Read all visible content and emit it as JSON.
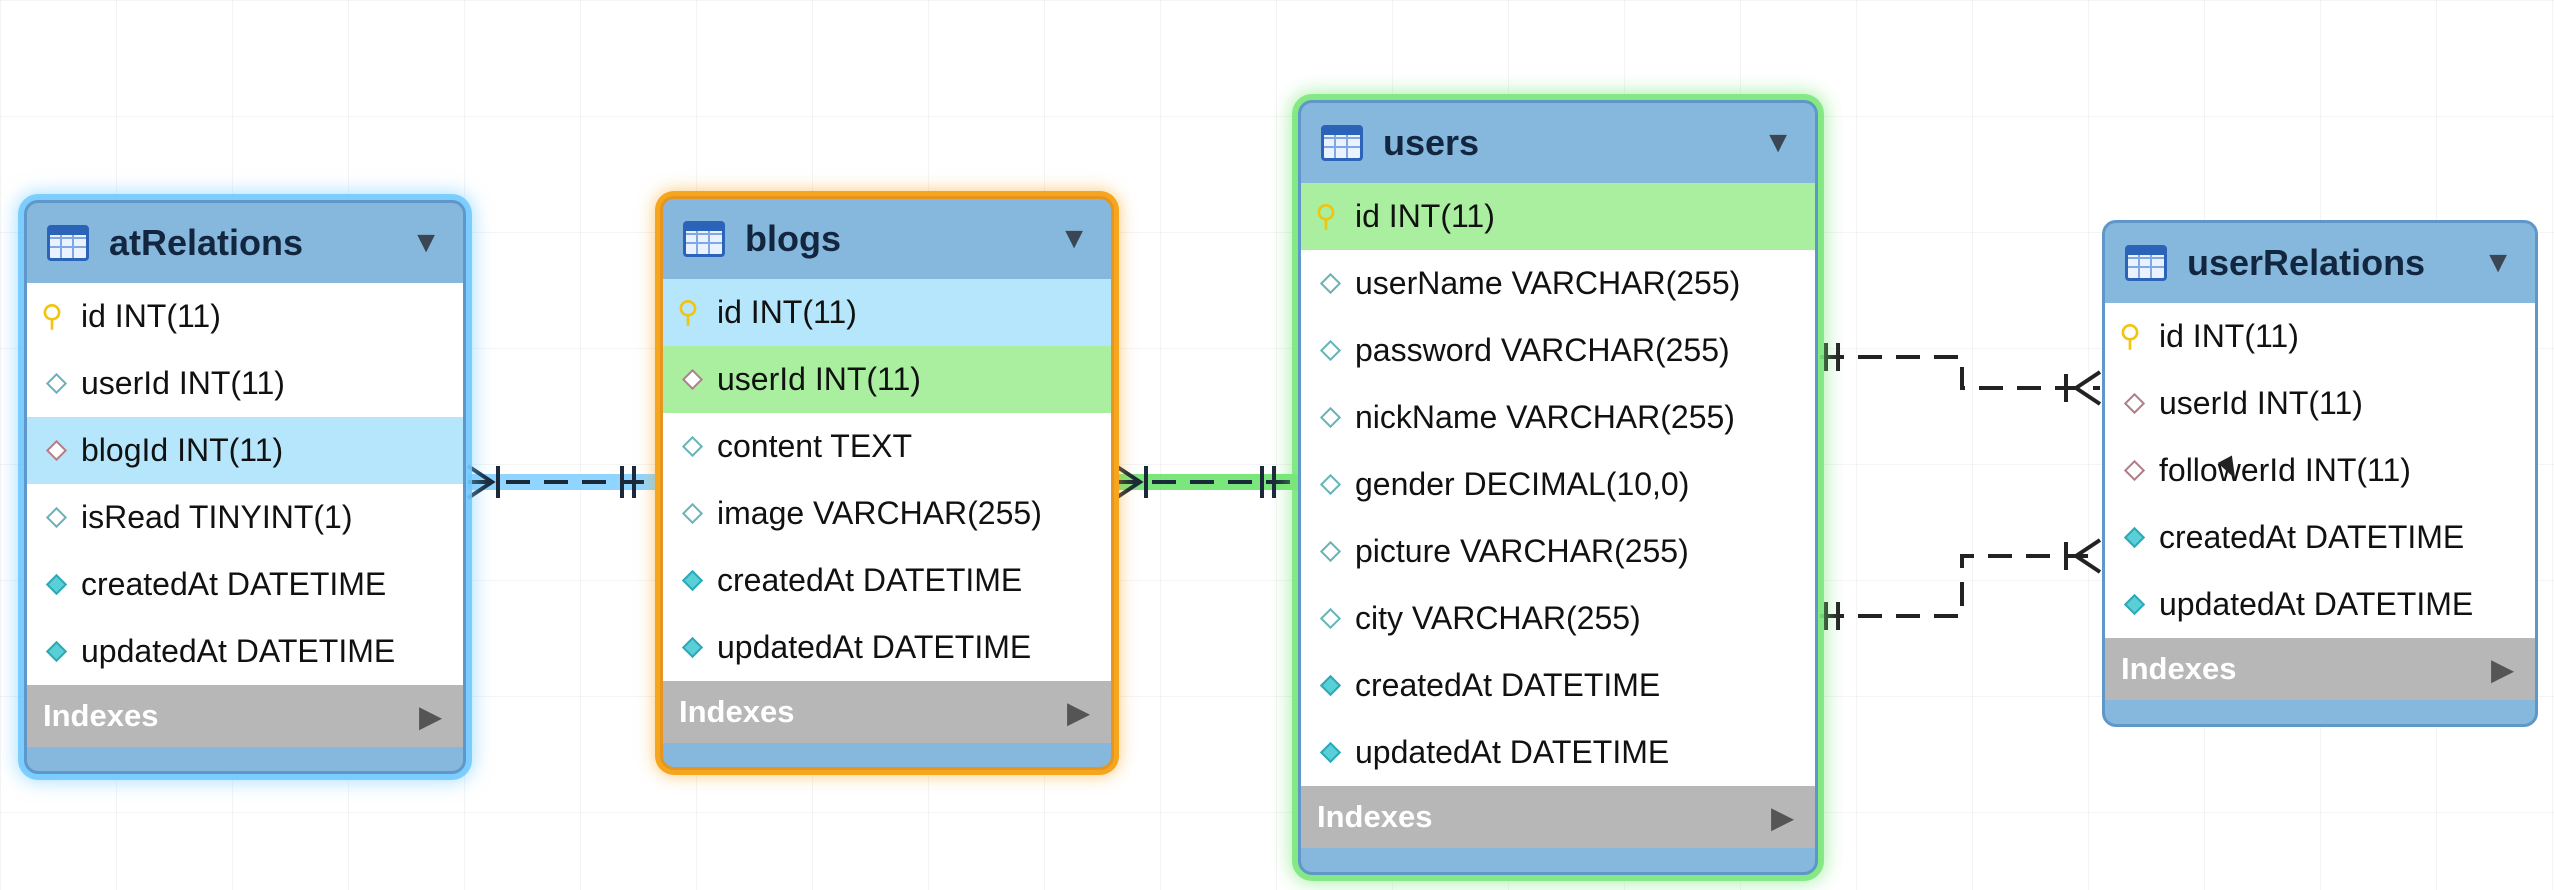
{
  "tables": [
    {
      "name": "atRelations",
      "highlight": "blue",
      "columns": [
        {
          "text": "id INT(11)",
          "kind": "pk"
        },
        {
          "text": "userId INT(11)",
          "kind": "col"
        },
        {
          "text": "blogId INT(11)",
          "kind": "fk",
          "selected": "blue"
        },
        {
          "text": "isRead TINYINT(1)",
          "kind": "col"
        },
        {
          "text": "createdAt DATETIME",
          "kind": "ts"
        },
        {
          "text": "updatedAt DATETIME",
          "kind": "ts"
        }
      ],
      "indexes_label": "Indexes"
    },
    {
      "name": "blogs",
      "highlight": "orange",
      "columns": [
        {
          "text": "id INT(11)",
          "kind": "pk",
          "selected": "blue"
        },
        {
          "text": "userId INT(11)",
          "kind": "fk",
          "selected": "green"
        },
        {
          "text": "content TEXT",
          "kind": "col"
        },
        {
          "text": "image VARCHAR(255)",
          "kind": "col"
        },
        {
          "text": "createdAt DATETIME",
          "kind": "ts"
        },
        {
          "text": "updatedAt DATETIME",
          "kind": "ts"
        }
      ],
      "indexes_label": "Indexes"
    },
    {
      "name": "users",
      "highlight": "green",
      "columns": [
        {
          "text": "id INT(11)",
          "kind": "pk",
          "selected": "green"
        },
        {
          "text": "userName VARCHAR(255)",
          "kind": "col"
        },
        {
          "text": "password VARCHAR(255)",
          "kind": "col"
        },
        {
          "text": "nickName VARCHAR(255)",
          "kind": "col"
        },
        {
          "text": "gender DECIMAL(10,0)",
          "kind": "col"
        },
        {
          "text": "picture VARCHAR(255)",
          "kind": "col"
        },
        {
          "text": "city VARCHAR(255)",
          "kind": "col"
        },
        {
          "text": "createdAt DATETIME",
          "kind": "ts"
        },
        {
          "text": "updatedAt DATETIME",
          "kind": "ts"
        }
      ],
      "indexes_label": "Indexes"
    },
    {
      "name": "userRelations",
      "highlight": "none",
      "columns": [
        {
          "text": "id INT(11)",
          "kind": "pk"
        },
        {
          "text": "userId INT(11)",
          "kind": "fk"
        },
        {
          "text": "followerId INT(11)",
          "kind": "fk"
        },
        {
          "text": "createdAt DATETIME",
          "kind": "ts"
        },
        {
          "text": "updatedAt DATETIME",
          "kind": "ts"
        }
      ],
      "indexes_label": "Indexes"
    }
  ],
  "relationships": [
    {
      "from": "atRelations",
      "to": "blogs",
      "style": "solid-highlight",
      "color": "#36a9ea"
    },
    {
      "from": "blogs",
      "to": "users",
      "style": "solid-highlight",
      "color": "#3bd43b"
    },
    {
      "from": "users",
      "to": "userRelations",
      "style": "dashed",
      "color": "#222222"
    },
    {
      "from": "users",
      "to": "userRelations",
      "style": "dashed",
      "color": "#222222"
    }
  ],
  "colors": {
    "header": "#86b7dd",
    "pk_key": "#f1c40f",
    "highlight_blue": "#6ec8ff",
    "highlight_orange": "#f6a51f",
    "highlight_green": "#78e678",
    "selected_row_blue": "#b6e6fb",
    "selected_row_green": "#a9ef9f"
  },
  "icons": {
    "table": "table-icon",
    "collapse": "triangle-down-icon",
    "expand": "triangle-right-icon",
    "primary_key": "key-icon",
    "column": "diamond-icon"
  }
}
